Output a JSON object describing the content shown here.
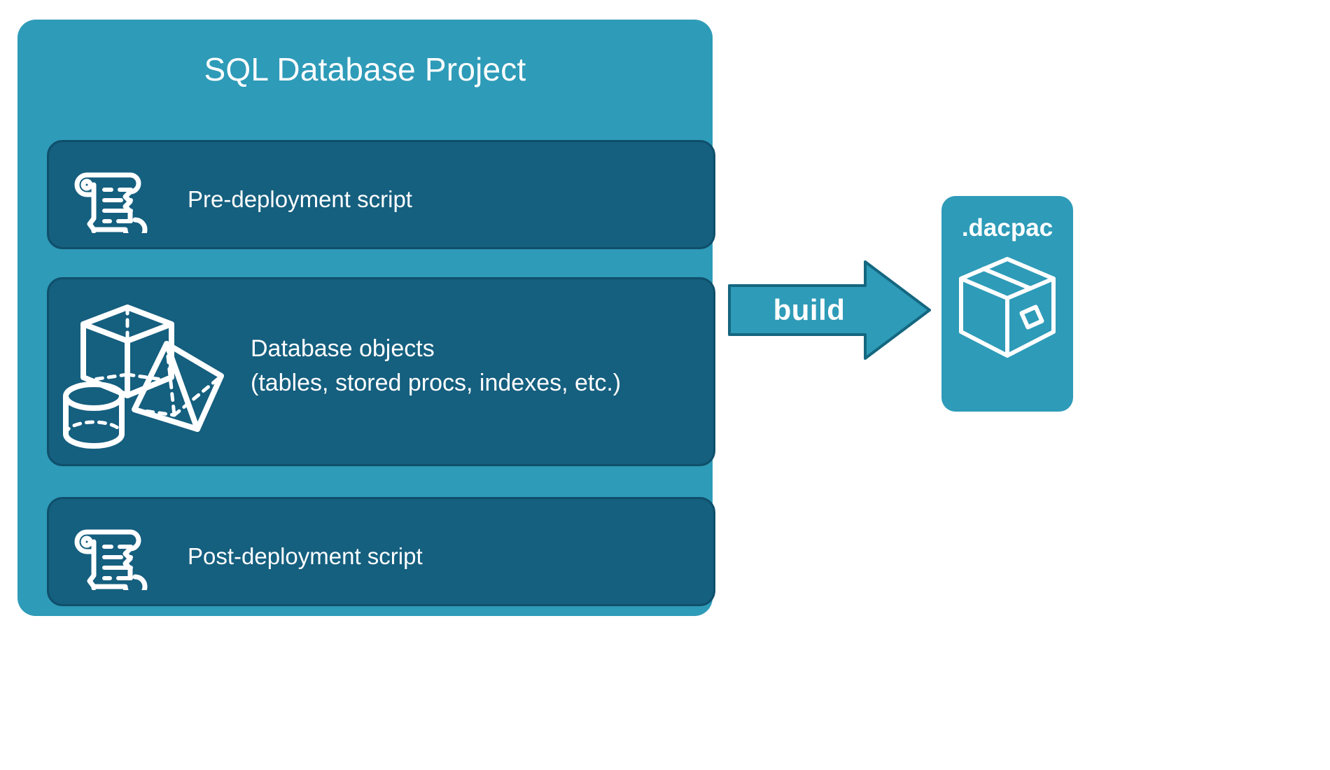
{
  "diagram": {
    "title_text": "SQL Database Project",
    "project": {
      "title": "SQL Database Project",
      "background_color": "#2e9bb8",
      "items": [
        {
          "id": "pre-deployment",
          "label": "Pre-deployment script",
          "icon": "scroll-icon",
          "background_color": "#155f7f"
        },
        {
          "id": "database-objects",
          "label_line1": "Database objects",
          "label_line2": "(tables, stored procs, indexes, etc.)",
          "label": "Database objects\n(tables, stored procs, indexes, etc.)",
          "icons": [
            "cube-icon",
            "pyramid-icon",
            "cylinder-icon"
          ],
          "background_color": "#155f7f"
        },
        {
          "id": "post-deployment",
          "label": "Post-deployment script",
          "icon": "scroll-icon",
          "background_color": "#155f7f"
        }
      ]
    },
    "arrow": {
      "label": "build",
      "fill_color": "#2e9bb8",
      "stroke_color": "#14677f",
      "direction": "right"
    },
    "output": {
      "label": ".dacpac",
      "icon": "package-box-icon",
      "background_color": "#2e9bb8"
    },
    "colors": {
      "teal": "#2e9bb8",
      "dark_teal": "#155f7f",
      "dark_border": "#0f4f6b",
      "white": "#ffffff",
      "page_background": "#ffffff"
    }
  }
}
